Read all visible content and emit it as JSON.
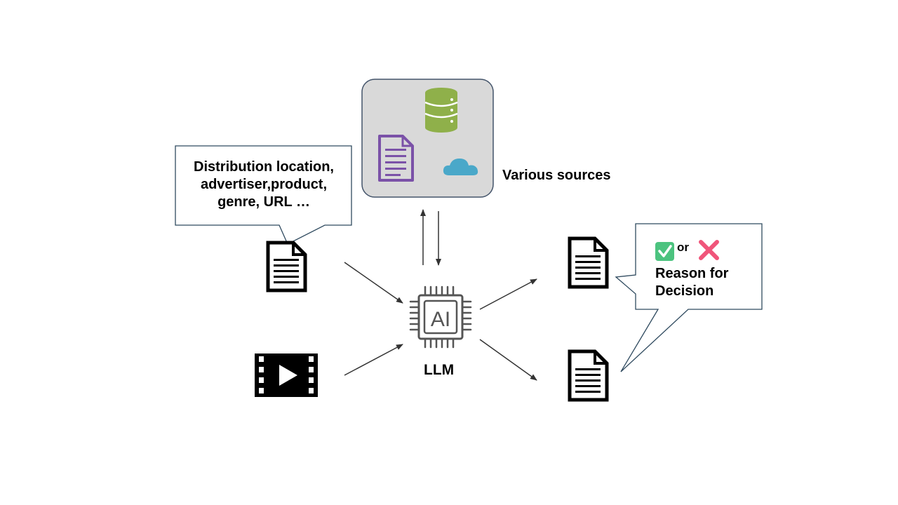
{
  "sources": {
    "label": "Various sources"
  },
  "llm": {
    "chip_text": "AI",
    "label": "LLM"
  },
  "input_callout": {
    "lines": [
      "Distribution location,",
      "advertiser,product,",
      "genre, URL …"
    ]
  },
  "output_callout": {
    "or_text": "or",
    "lines": [
      "Reason for",
      "Decision"
    ]
  },
  "icons": {
    "sources": [
      "database-icon",
      "document-icon",
      "cloud-icon"
    ],
    "inputs": [
      "document-icon",
      "video-icon"
    ],
    "outputs": [
      "document-icon",
      "document-icon"
    ],
    "decision": [
      "checkmark-icon",
      "cross-icon"
    ]
  },
  "colors": {
    "sources_box_fill": "#d9d9d9",
    "sources_box_stroke": "#44546a",
    "database": "#8fb04a",
    "document_purple": "#7b52a8",
    "cloud": "#4aa8c9",
    "check": "#4cc37f",
    "cross": "#f0557a",
    "callout_stroke": "#2f4a5f"
  }
}
